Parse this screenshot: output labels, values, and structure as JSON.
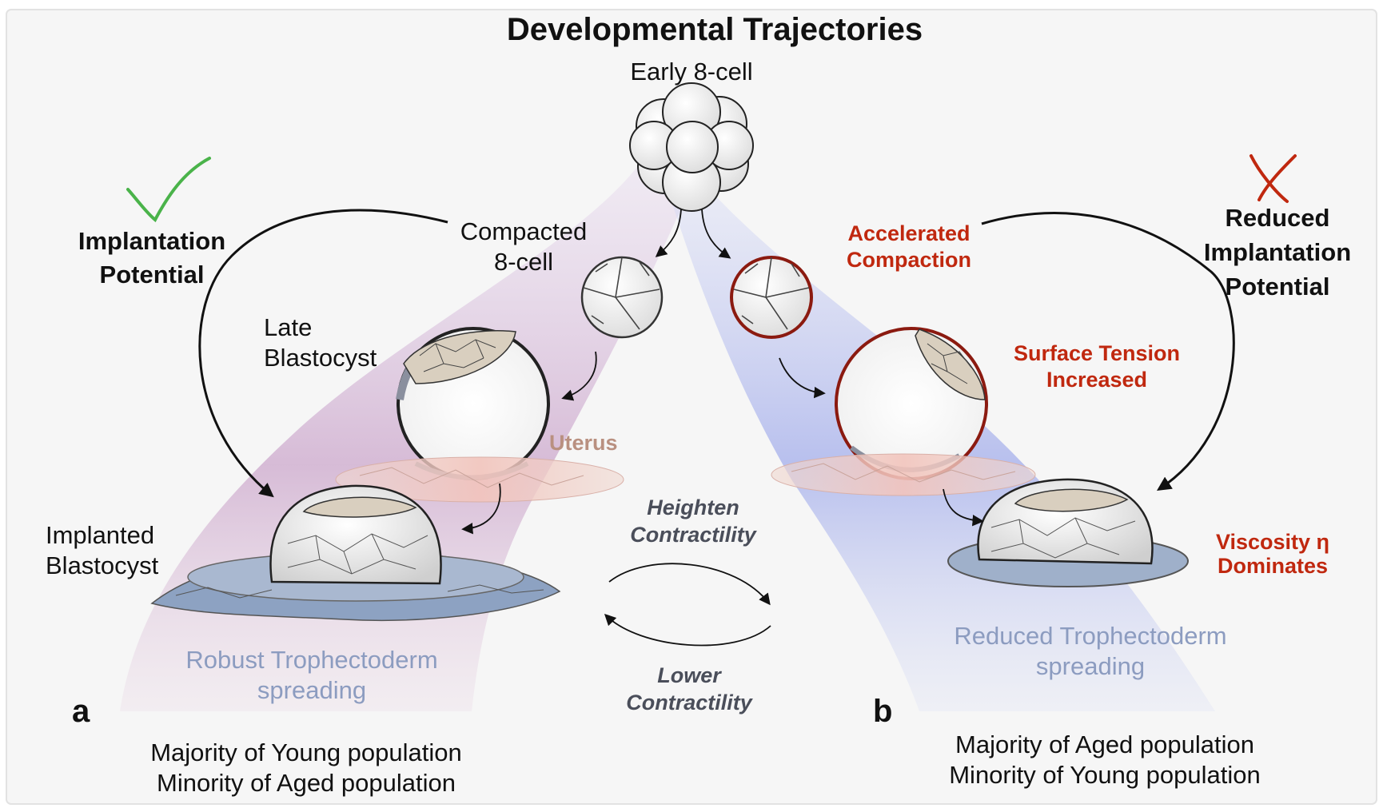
{
  "title": "Developmental Trajectories",
  "stages": {
    "early": "Early 8-cell",
    "compacted_line1": "Compacted",
    "compacted_line2": "8-cell",
    "late_line1": "Late",
    "late_line2": "Blastocyst",
    "implanted_line1": "Implanted",
    "implanted_line2": "Blastocyst",
    "uterus": "Uterus"
  },
  "left": {
    "potential_line1": "Implantation",
    "potential_line2": "Potential",
    "spreading_line1": "Robust Trophectoderm",
    "spreading_line2": "spreading",
    "panel": "a",
    "population_line1": "Majority of Young population",
    "population_line2": "Minority of Aged population"
  },
  "right": {
    "potential_line1": "Reduced",
    "potential_line2": "Implantation",
    "potential_line3": "Potential",
    "accelerated_line1": "Accelerated",
    "accelerated_line2": "Compaction",
    "tension_line1": "Surface Tension",
    "tension_line2": "Increased",
    "viscosity_line1": "Viscosity η",
    "viscosity_line2": "Dominates",
    "spreading_line1": "Reduced Trophectoderm",
    "spreading_line2": "spreading",
    "panel": "b",
    "population_line1": "Majority of Aged population",
    "population_line2": "Minority of Young population"
  },
  "center": {
    "heighten_line1": "Heighten",
    "heighten_line2": "Contractility",
    "lower_line1": "Lower",
    "lower_line2": "Contractility"
  },
  "colors": {
    "check": "#4ab34a",
    "cross": "#c0280f",
    "left_stream": "#c8a0c8",
    "right_stream": "#9aa6e6",
    "emphasis": "#c0280f"
  },
  "icons": {
    "success": "check-icon",
    "failure": "cross-icon"
  }
}
